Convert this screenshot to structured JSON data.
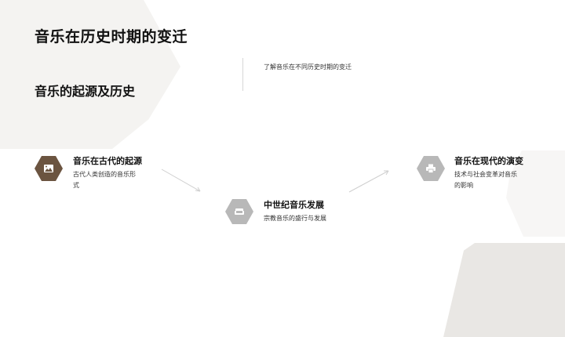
{
  "slide": {
    "title": "音乐在历史时期的变迁",
    "subtitle": "音乐的起源及历史",
    "intro": "了解音乐在不同历史时期的变迁"
  },
  "stages": [
    {
      "title": "音乐在古代的起源",
      "description": "古代人类创造的音乐形式",
      "icon": "image-icon",
      "color": "#6b5440"
    },
    {
      "title": "中世纪音乐发展",
      "description": "宗教音乐的盛行与发展",
      "icon": "sofa-icon",
      "color": "#b8b8b8"
    },
    {
      "title": "音乐在现代的演变",
      "description": "技术与社会变革对音乐的影响",
      "icon": "printer-icon",
      "color": "#b8b8b8"
    }
  ],
  "colors": {
    "accent_brown": "#6b5440",
    "icon_gray": "#b8b8b8",
    "bg_light": "#f4f3f1",
    "bg_shape_dark": "#e9e7e4"
  }
}
